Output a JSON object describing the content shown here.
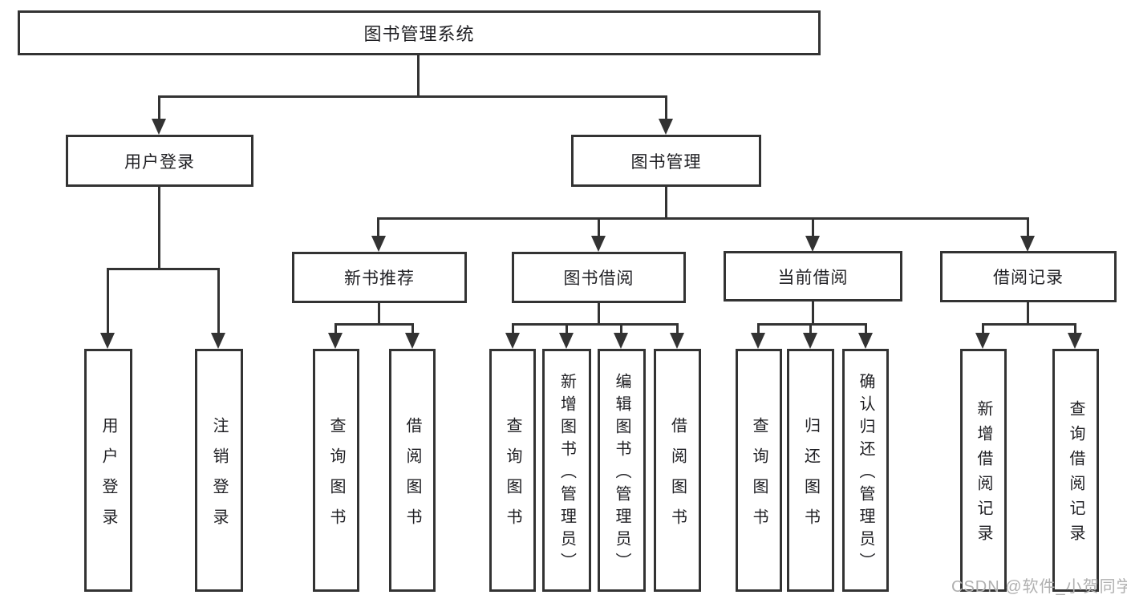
{
  "diagram": {
    "type": "hierarchy-flowchart",
    "colors": {
      "line": "#333333",
      "box_border": "#333333",
      "box_fill": "#ffffff",
      "text": "#1f1f23",
      "watermark": "#b0b0b0"
    },
    "watermark": "CSDN @软件_小贺同学",
    "root": {
      "label": "图书管理系统",
      "children": [
        {
          "label": "用户登录",
          "children": [
            {
              "label": "用户登录"
            },
            {
              "label": "注销登录"
            }
          ]
        },
        {
          "label": "图书管理",
          "children": [
            {
              "label": "新书推荐",
              "children": [
                {
                  "label": "查询图书"
                },
                {
                  "label": "借阅图书"
                }
              ]
            },
            {
              "label": "图书借阅",
              "children": [
                {
                  "label": "查询图书"
                },
                {
                  "label": "新增图书（管理员）"
                },
                {
                  "label": "编辑图书（管理员）"
                },
                {
                  "label": "借阅图书"
                }
              ]
            },
            {
              "label": "当前借阅",
              "children": [
                {
                  "label": "查询图书"
                },
                {
                  "label": "归还图书"
                },
                {
                  "label": "确认归还（管理员）"
                }
              ]
            },
            {
              "label": "借阅记录",
              "children": [
                {
                  "label": "新增借阅记录"
                },
                {
                  "label": "查询借阅记录"
                }
              ]
            }
          ]
        }
      ]
    }
  }
}
